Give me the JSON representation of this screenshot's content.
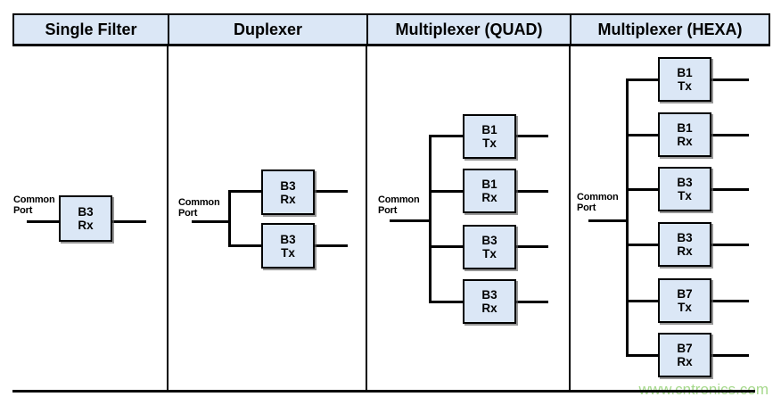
{
  "header": {
    "columns": [
      {
        "label": "Single Filter"
      },
      {
        "label": "Duplexer"
      },
      {
        "label": "Multiplexer (QUAD)"
      },
      {
        "label": "Multiplexer (HEXA)"
      }
    ]
  },
  "panels": [
    {
      "title": "Single Filter",
      "common_port": "Common Port",
      "boxes": [
        {
          "band": "B3",
          "path": "Rx"
        }
      ]
    },
    {
      "title": "Duplexer",
      "common_port": "Common Port",
      "boxes": [
        {
          "band": "B3",
          "path": "Rx"
        },
        {
          "band": "B3",
          "path": "Tx"
        }
      ]
    },
    {
      "title": "Multiplexer (QUAD)",
      "common_port": "Common Port",
      "boxes": [
        {
          "band": "B1",
          "path": "Tx"
        },
        {
          "band": "B1",
          "path": "Rx"
        },
        {
          "band": "B3",
          "path": "Tx"
        },
        {
          "band": "B3",
          "path": "Rx"
        }
      ]
    },
    {
      "title": "Multiplexer (HEXA)",
      "common_port": "Common Port",
      "boxes": [
        {
          "band": "B1",
          "path": "Tx"
        },
        {
          "band": "B1",
          "path": "Rx"
        },
        {
          "band": "B3",
          "path": "Tx"
        },
        {
          "band": "B3",
          "path": "Rx"
        },
        {
          "band": "B7",
          "path": "Tx"
        },
        {
          "band": "B7",
          "path": "Rx"
        }
      ]
    }
  ],
  "watermark": {
    "text": "www.cntronics.com",
    "color": "#a6d98c"
  },
  "colors": {
    "background": "#ffffff",
    "cell_fill": "#dbe7f6",
    "line": "#000000",
    "text": "#000000"
  }
}
